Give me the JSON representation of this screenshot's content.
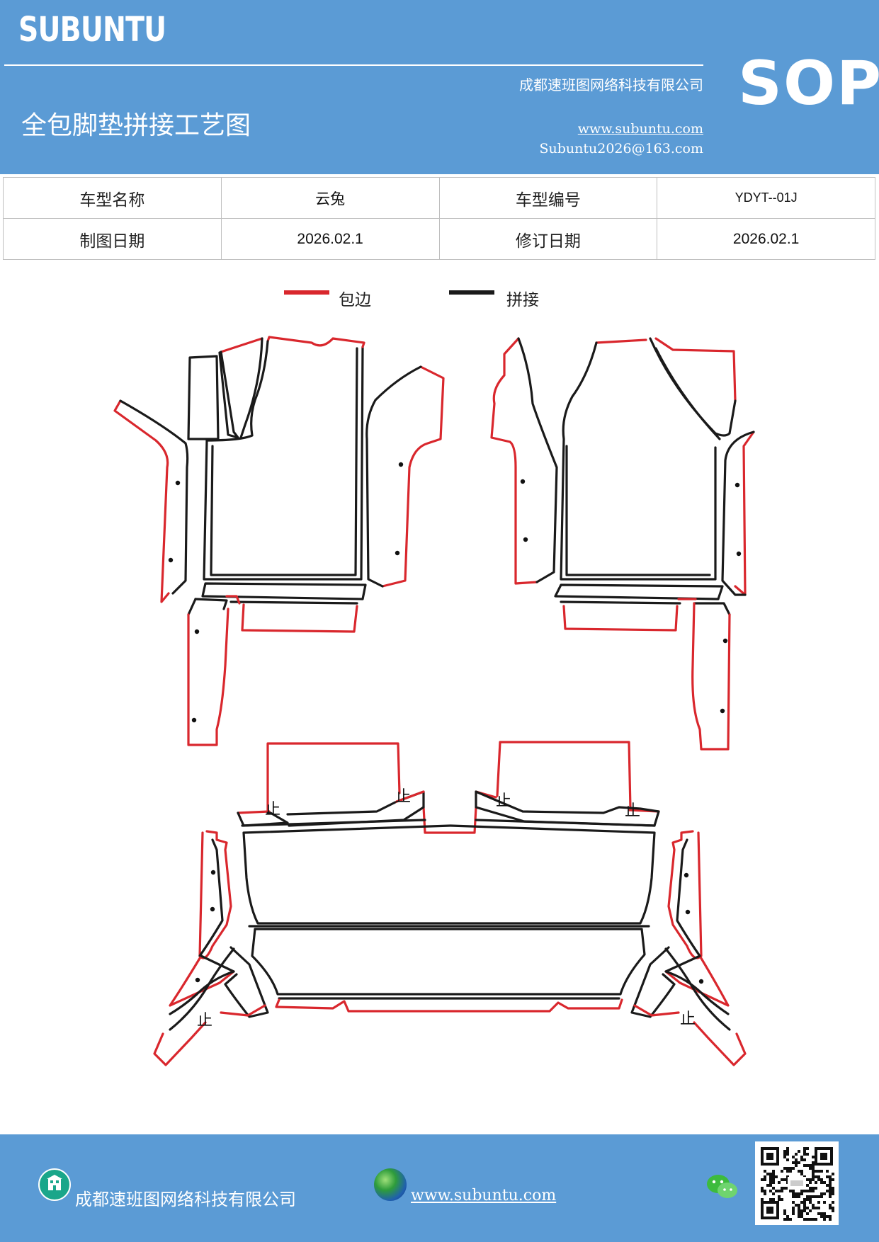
{
  "header": {
    "brand": "SUBUNTU",
    "company": "成都速班图网络科技有限公司",
    "title": "全包脚垫拼接工艺图",
    "url": "www.subuntu.com",
    "email": "Subuntu2026@163.com",
    "badge": "SOP"
  },
  "info_table": {
    "row1": {
      "label1": "车型名称",
      "value1": "云兔",
      "label2": "车型编号",
      "value2": "YDYT--01J"
    },
    "row2": {
      "label1": "制图日期",
      "value1": "2026.02.1",
      "label2": "修订日期",
      "value2": "2026.02.1"
    }
  },
  "legend": {
    "items": [
      {
        "label": "包边",
        "color": "#d9272d"
      },
      {
        "label": "拼接",
        "color": "#1a1a1a"
      }
    ]
  },
  "diagram": {
    "stop_mark": "止"
  },
  "footer": {
    "company": "成都速班图网络科技有限公司",
    "url": "www.subuntu.com ",
    "icons": [
      "building-icon",
      "globe-icon",
      "wechat-icon",
      "qr-code"
    ]
  }
}
